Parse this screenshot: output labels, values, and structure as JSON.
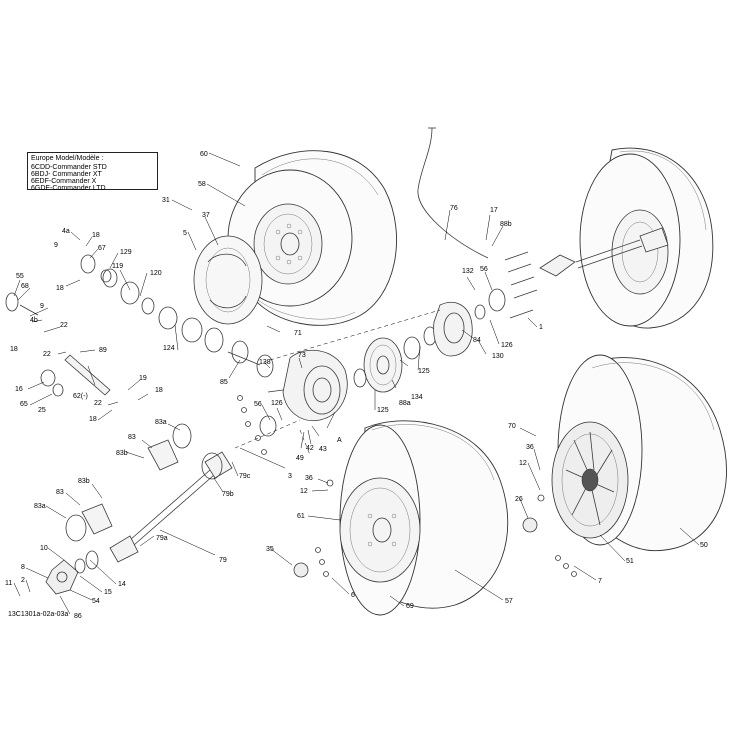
{
  "legend": {
    "title": "Europe Model/Modèle :",
    "lines": [
      "6CDD-Commander STD",
      "6BDJ- Commander XT",
      "6EDF-Commander X",
      "6GDE-Commander LTD"
    ]
  },
  "figure_id": "13C1301a-02a-03a",
  "callouts": [
    {
      "t": "60"
    },
    {
      "t": "58"
    },
    {
      "t": "31"
    },
    {
      "t": "37"
    },
    {
      "t": "5"
    },
    {
      "t": "4a"
    },
    {
      "t": "18"
    },
    {
      "t": "9"
    },
    {
      "t": "67"
    },
    {
      "t": "129"
    },
    {
      "t": "119"
    },
    {
      "t": "120"
    },
    {
      "t": "18"
    },
    {
      "t": "55"
    },
    {
      "t": "68"
    },
    {
      "t": "9"
    },
    {
      "t": "4b"
    },
    {
      "t": "18"
    },
    {
      "t": "22"
    },
    {
      "t": "22"
    },
    {
      "t": "89"
    },
    {
      "t": "16"
    },
    {
      "t": "65"
    },
    {
      "t": "25"
    },
    {
      "t": "62(-)"
    },
    {
      "t": "124"
    },
    {
      "t": "71"
    },
    {
      "t": "85"
    },
    {
      "t": "73"
    },
    {
      "t": "138"
    },
    {
      "t": "19"
    },
    {
      "t": "18"
    },
    {
      "t": "22"
    },
    {
      "t": "18"
    },
    {
      "t": "56"
    },
    {
      "t": "126"
    },
    {
      "t": "49"
    },
    {
      "t": "42"
    },
    {
      "t": "43"
    },
    {
      "t": "A"
    },
    {
      "t": "125"
    },
    {
      "t": "88a"
    },
    {
      "t": "134"
    },
    {
      "t": "125"
    },
    {
      "t": "84"
    },
    {
      "t": "130"
    },
    {
      "t": "126"
    },
    {
      "t": "1"
    },
    {
      "t": "56"
    },
    {
      "t": "132"
    },
    {
      "t": "76"
    },
    {
      "t": "17"
    },
    {
      "t": "88b"
    },
    {
      "t": "3"
    },
    {
      "t": "83a"
    },
    {
      "t": "83"
    },
    {
      "t": "83b"
    },
    {
      "t": "79b"
    },
    {
      "t": "79c"
    },
    {
      "t": "83b"
    },
    {
      "t": "83"
    },
    {
      "t": "83a"
    },
    {
      "t": "79a"
    },
    {
      "t": "79"
    },
    {
      "t": "10"
    },
    {
      "t": "8"
    },
    {
      "t": "2"
    },
    {
      "t": "11"
    },
    {
      "t": "14"
    },
    {
      "t": "15"
    },
    {
      "t": "54"
    },
    {
      "t": "86"
    },
    {
      "t": "36"
    },
    {
      "t": "12"
    },
    {
      "t": "61"
    },
    {
      "t": "35"
    },
    {
      "t": "6"
    },
    {
      "t": "69"
    },
    {
      "t": "57"
    },
    {
      "t": "70"
    },
    {
      "t": "36"
    },
    {
      "t": "12"
    },
    {
      "t": "26"
    },
    {
      "t": "51"
    },
    {
      "t": "7"
    },
    {
      "t": "50"
    }
  ]
}
